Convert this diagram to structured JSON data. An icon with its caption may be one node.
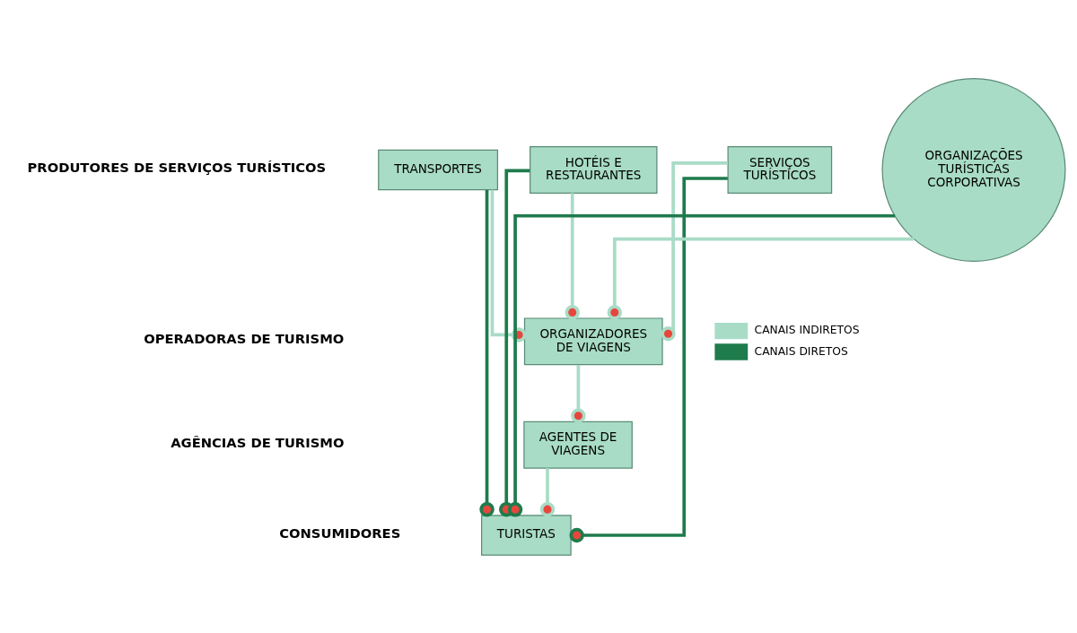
{
  "diagram": {
    "nodes": [
      {
        "text": [
          "TRANSPORTES"
        ]
      },
      {
        "text": [
          "HOTÉIS E RESTAURANTES"
        ]
      },
      {
        "text": [
          "SERVIÇOS TURÍSTICOS"
        ]
      },
      {
        "text": [
          "ORGANIZAÇÕES TURÍSTICAS CORPORATIVAS"
        ]
      },
      {
        "text": [
          "ORGANIZADORES DE VIAGENS"
        ]
      },
      {
        "text": [
          "AGENTES DE VIAGENS"
        ]
      },
      {
        "text": [
          "TURISTAS"
        ]
      }
    ],
    "edges": [
      {
        "from": 0,
        "to": 4,
        "arrow": "other"
      },
      {
        "from": 1,
        "to": 4,
        "arrow": "other"
      },
      {
        "from": 2,
        "to": 4,
        "arrow": "other"
      },
      {
        "from": 3,
        "to": 4,
        "arrow": "other"
      },
      {
        "from": 4,
        "to": 5,
        "arrow": "other"
      },
      {
        "from": 5,
        "to": 6,
        "arrow": "other"
      },
      {
        "from": 0,
        "to": 6,
        "arrow": "other",
        "color": "#1e7b4c"
      },
      {
        "from": 1,
        "to": 6,
        "arrow": "other",
        "color": "#1e7b4c"
      },
      {
        "from": 2,
        "to": 6,
        "arrow": "other",
        "color": "#1e7b4c"
      },
      {
        "from": 3,
        "to": 6,
        "arrow": "other",
        "color": "#1e7b4c"
      }
    ],
    "labels": [
      "PRODUTORES DE SERVIÇOS TURÍSTICOS",
      "OPERADORAS DE TURISMO",
      "AGÊNCIAS DE TURISMO",
      "CONSUMIDORES"
    ],
    "legend": [
      {
        "text": "CANAIS INDIRETOS",
        "color": "#a8dcc6"
      },
      {
        "text": "CANAIS DIRETOS",
        "color": "#1e7b4c"
      }
    ]
  }
}
